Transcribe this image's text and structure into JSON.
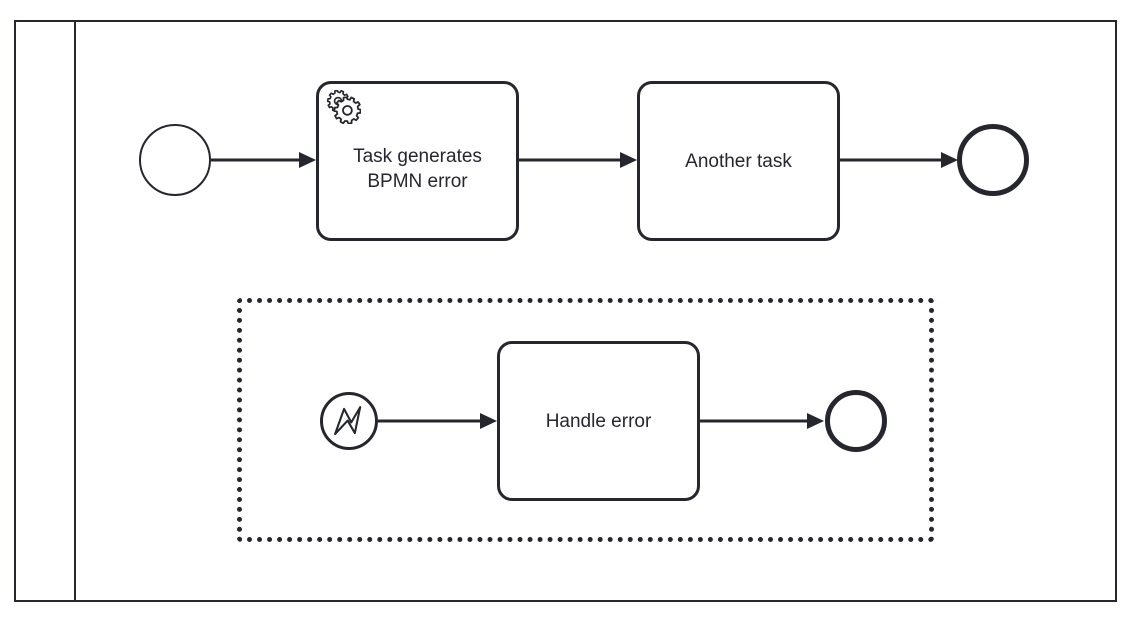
{
  "diagram": {
    "title": "BPMN error handling process",
    "type": "bpmn-process-diagram",
    "colors": {
      "stroke": "#26262e",
      "fill": "#ffffff",
      "background": "#ffffff"
    }
  },
  "pool": {
    "label": "",
    "header_label": ""
  },
  "main_flow": {
    "start_event": {
      "label": "",
      "icon": "none",
      "type": "start-event"
    },
    "task_1": {
      "label": "Task generates\nBPMN error",
      "marker_icon": "gears-icon",
      "type": "service-task"
    },
    "task_2": {
      "label": "Another task",
      "marker_icon": "none",
      "type": "task"
    },
    "end_event": {
      "label": "",
      "icon": "none",
      "type": "end-event"
    }
  },
  "event_subprocess": {
    "label": "",
    "error_start_event": {
      "label": "",
      "icon": "error-bolt-icon",
      "type": "error-start-event"
    },
    "task": {
      "label": "Handle error",
      "marker_icon": "none",
      "type": "task"
    },
    "end_event": {
      "label": "",
      "icon": "none",
      "type": "end-event"
    }
  },
  "connections": [
    {
      "name": "start-to-task1",
      "label": ""
    },
    {
      "name": "task1-to-task2",
      "label": ""
    },
    {
      "name": "task2-to-end",
      "label": ""
    },
    {
      "name": "errorstart-to-handle",
      "label": ""
    },
    {
      "name": "handle-to-end",
      "label": ""
    }
  ]
}
